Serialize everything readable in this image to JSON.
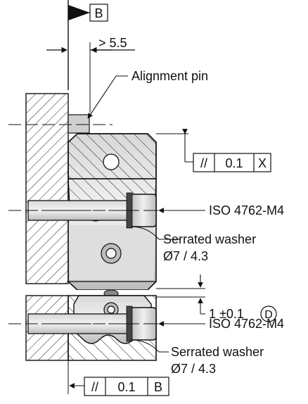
{
  "datum_b_top": "B",
  "dim_min": "> 5.5",
  "callouts": {
    "alignment_pin": "Alignment pin",
    "screw_top": "ISO 4762-M4",
    "washer_top_line1": "Serrated washer",
    "washer_top_line2": "Ø7 / 4.3",
    "screw_bottom": "ISO 4762-M4",
    "washer_bottom_line1": "Serrated washer",
    "washer_bottom_line2": "Ø7 / 4.3"
  },
  "parallelism_top": {
    "symbol": "//",
    "tolerance": "0.1",
    "datum": "X"
  },
  "gap_dim": {
    "value": "1 ±0.1",
    "datum": "D"
  },
  "parallelism_bottom": {
    "symbol": "//",
    "tolerance": "0.1",
    "datum": "B"
  },
  "colors": {
    "metal_light": "#e6e6e6",
    "metal_mid": "#c8c8c8",
    "metal_dark": "#9a9a9a",
    "line": "#111111"
  }
}
